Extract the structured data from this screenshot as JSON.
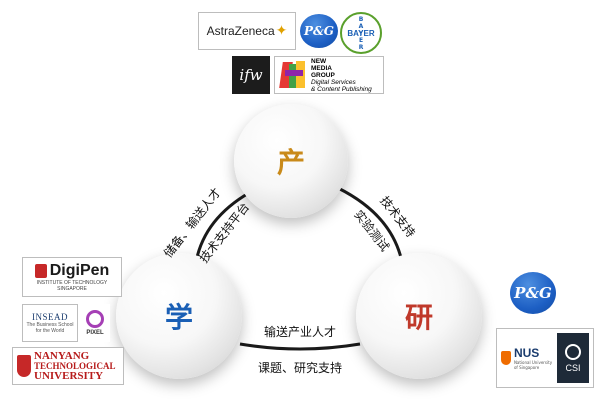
{
  "nodes": {
    "industry": {
      "label": "产",
      "color": "#c98a1a"
    },
    "education": {
      "label": "学",
      "color": "#1a5fb5"
    },
    "research": {
      "label": "研",
      "color": "#c0392b"
    }
  },
  "edges": {
    "edu_ind_outer": "储备、输送人才",
    "edu_ind_inner": "技术支持平台",
    "ind_res_outer": "技术支持",
    "ind_res_inner": "实验测试",
    "edu_res_top": "输送产业人才",
    "edu_res_bottom": "课题、研究支持"
  },
  "logos": {
    "astrazeneca": "AstraZeneca",
    "pg": "P&G",
    "bayer": [
      "B",
      "A",
      "Y",
      "E",
      "R"
    ],
    "ifw": "ifw",
    "nmg": [
      "NEW",
      "MEDIA",
      "GROUP",
      "Digital Services",
      "& Content Publishing"
    ],
    "digipen": "DigiPen",
    "digipen_sub": [
      "INSTITUTE OF TECHNOLOGY",
      "SINGAPORE"
    ],
    "insead": "INSEAD",
    "insead_sub": [
      "The Business School",
      "for the World"
    ],
    "pixel": "PIXEL",
    "ntu": [
      "NANYANG",
      "TECHNOLOGICAL",
      "UNIVERSITY"
    ],
    "nus": "NUS",
    "nus_sub": [
      "National University",
      "of Singapore"
    ],
    "csi": "CSI"
  }
}
